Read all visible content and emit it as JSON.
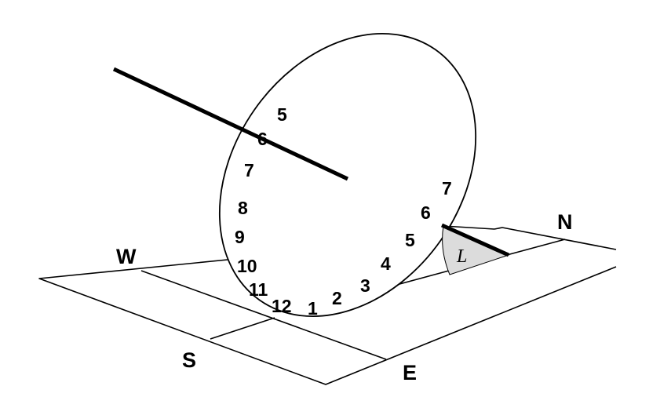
{
  "compass": {
    "west": "W",
    "south": "S",
    "east": "E",
    "north": "N"
  },
  "latitude_label": "L",
  "hours_upper": [
    "5",
    "6",
    "7",
    "8",
    "9",
    "10",
    "11"
  ],
  "hours_lower": [
    "12",
    "1",
    "2",
    "3",
    "4",
    "5",
    "6",
    "7"
  ]
}
